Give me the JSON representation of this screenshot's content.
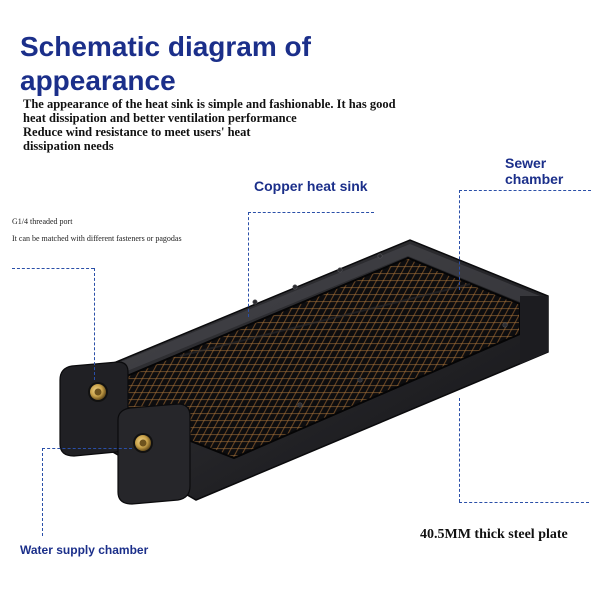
{
  "header": {
    "title_line1": "Schematic diagram of",
    "title_line2": "appearance",
    "description": [
      "The appearance of the heat sink is simple and fashionable. It has good",
      "heat dissipation and better ventilation performance",
      "Reduce wind resistance to meet users' heat",
      "dissipation needs"
    ]
  },
  "callouts": {
    "copper": "Copper heat sink",
    "sewer_line1": "Sewer",
    "sewer_line2": "chamber",
    "port_title": "G1/4 threaded port",
    "port_note": "It can be matched with different fasteners or pagodas",
    "water_supply": "Water supply chamber",
    "steel_plate": "40.5MM thick steel plate"
  },
  "colors": {
    "title": "#1b2f8a",
    "leader_lines": "#2a4fa8",
    "body": "#1a1a1c",
    "fins": "#b07a40",
    "port": "#c9a24a"
  }
}
